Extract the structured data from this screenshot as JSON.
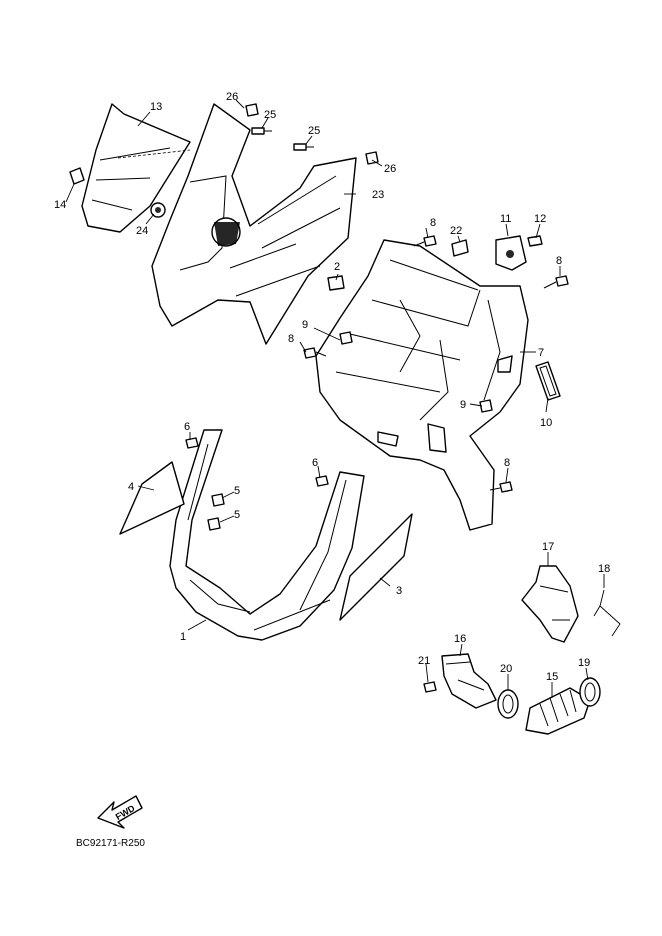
{
  "diagram": {
    "document_id": "BC92171-R250",
    "direction_label": "FWD",
    "callouts": [
      "1",
      "2",
      "3",
      "4",
      "5",
      "5",
      "6",
      "6",
      "7",
      "8",
      "8",
      "8",
      "8",
      "9",
      "9",
      "10",
      "11",
      "12",
      "13",
      "14",
      "15",
      "16",
      "17",
      "18",
      "19",
      "20",
      "21",
      "22",
      "23",
      "24",
      "25",
      "25",
      "26",
      "26"
    ]
  }
}
